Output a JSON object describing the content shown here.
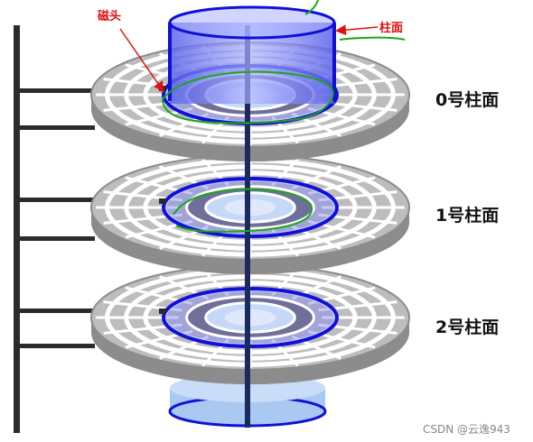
{
  "labels": {
    "head": "磁头",
    "cylinder_face": "柱面",
    "cylinder_0": "0号柱面",
    "cylinder_1": "1号柱面",
    "cylinder_2": "2号柱面"
  },
  "watermark": "CSDN @云逸943",
  "colors": {
    "platter": "#8c8c8c",
    "platter_light": "#bdbdbd",
    "track_gap": "#ffffff",
    "cylinder_fill": "#7f86f2",
    "cylinder_edge": "#1010d8",
    "spindle": "#1b2a5c",
    "arm": "#2b2b2b",
    "annotation_red": "#e01010",
    "annotation_green": "#1aa81a"
  }
}
